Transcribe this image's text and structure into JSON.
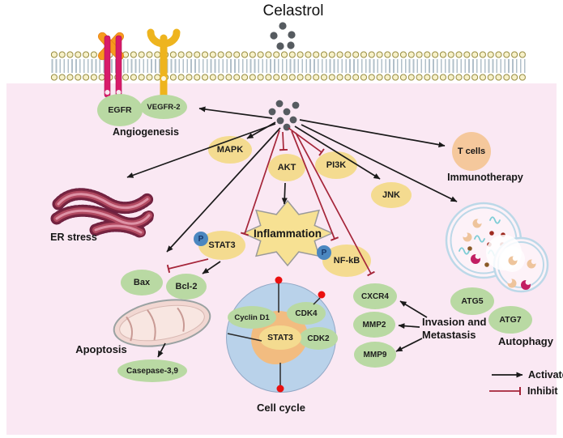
{
  "title": "Celastrol",
  "nodes": {
    "egfr": "EGFR",
    "vegfr2": "VEGFR-2",
    "mapk": "MAPK",
    "akt": "AKT",
    "pi3k": "PI3K",
    "jnk": "JNK",
    "stat3": "STAT3",
    "nfkb": "NF-kB",
    "bax": "Bax",
    "bcl2": "Bcl-2",
    "casepase": "Casepase-3,9",
    "cxcr4": "CXCR4",
    "mmp2": "MMP2",
    "mmp9": "MMP9",
    "atg5": "ATG5",
    "atg7": "ATG7",
    "t_cells": "T cells",
    "cyclin_d1": "Cyclin D1",
    "cdk4": "CDK4",
    "cdk2": "CDK2",
    "stat3_nucleus": "STAT3",
    "p": "P"
  },
  "labels": {
    "inflammation": "Inflammation",
    "angiogenesis": "Angiogenesis",
    "er_stress": "ER stress",
    "immunotherapy": "Immunotherapy",
    "apoptosis": "Apoptosis",
    "cell_cycle": "Cell cycle",
    "autophagy": "Autophagy",
    "invasion_line1": "Invasion and",
    "invasion_line2": "Metastasis"
  },
  "legend": {
    "activate": "Activate",
    "inhibit": "Inhibit"
  },
  "colors": {
    "activate_arrow": "#1a1a1a",
    "inhibit_line": "#a52539",
    "node_green": "#b9d9a3",
    "node_yellow": "#f4db90",
    "phospho_blue": "#4b87c0",
    "cytoplasm_pink": "#fae8f3",
    "cell_cycle_blue": "#b9d2ea",
    "nucleus_orange": "#f2bc80",
    "t_cell_peach": "#f5c89c",
    "red_dot": "#ea1010",
    "membrane_head": "#f6f0c6",
    "er_red": "#b24a62",
    "mitochondria_pink": "#f2d7d2",
    "egfr_receptor": "#d81b6a",
    "vegfr_receptor": "#eeb41e"
  }
}
